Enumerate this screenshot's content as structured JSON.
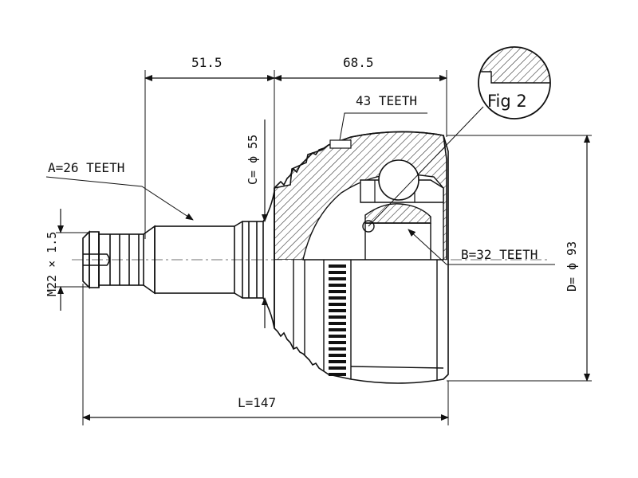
{
  "diagram": {
    "dim_left_top": "51.5",
    "dim_right_top": "68.5",
    "outer_teeth": "43 TEETH",
    "spline_a": "A=26 TEETH",
    "diameter_c": "C= ϕ 55",
    "thread": "M22 × 1.5",
    "spline_b": "B=32 TEETH",
    "diameter_d": "D= ϕ 93",
    "length": "L=147",
    "figure_label": "Fig 2"
  },
  "colors": {
    "line": "#111111",
    "background": "#ffffff"
  }
}
